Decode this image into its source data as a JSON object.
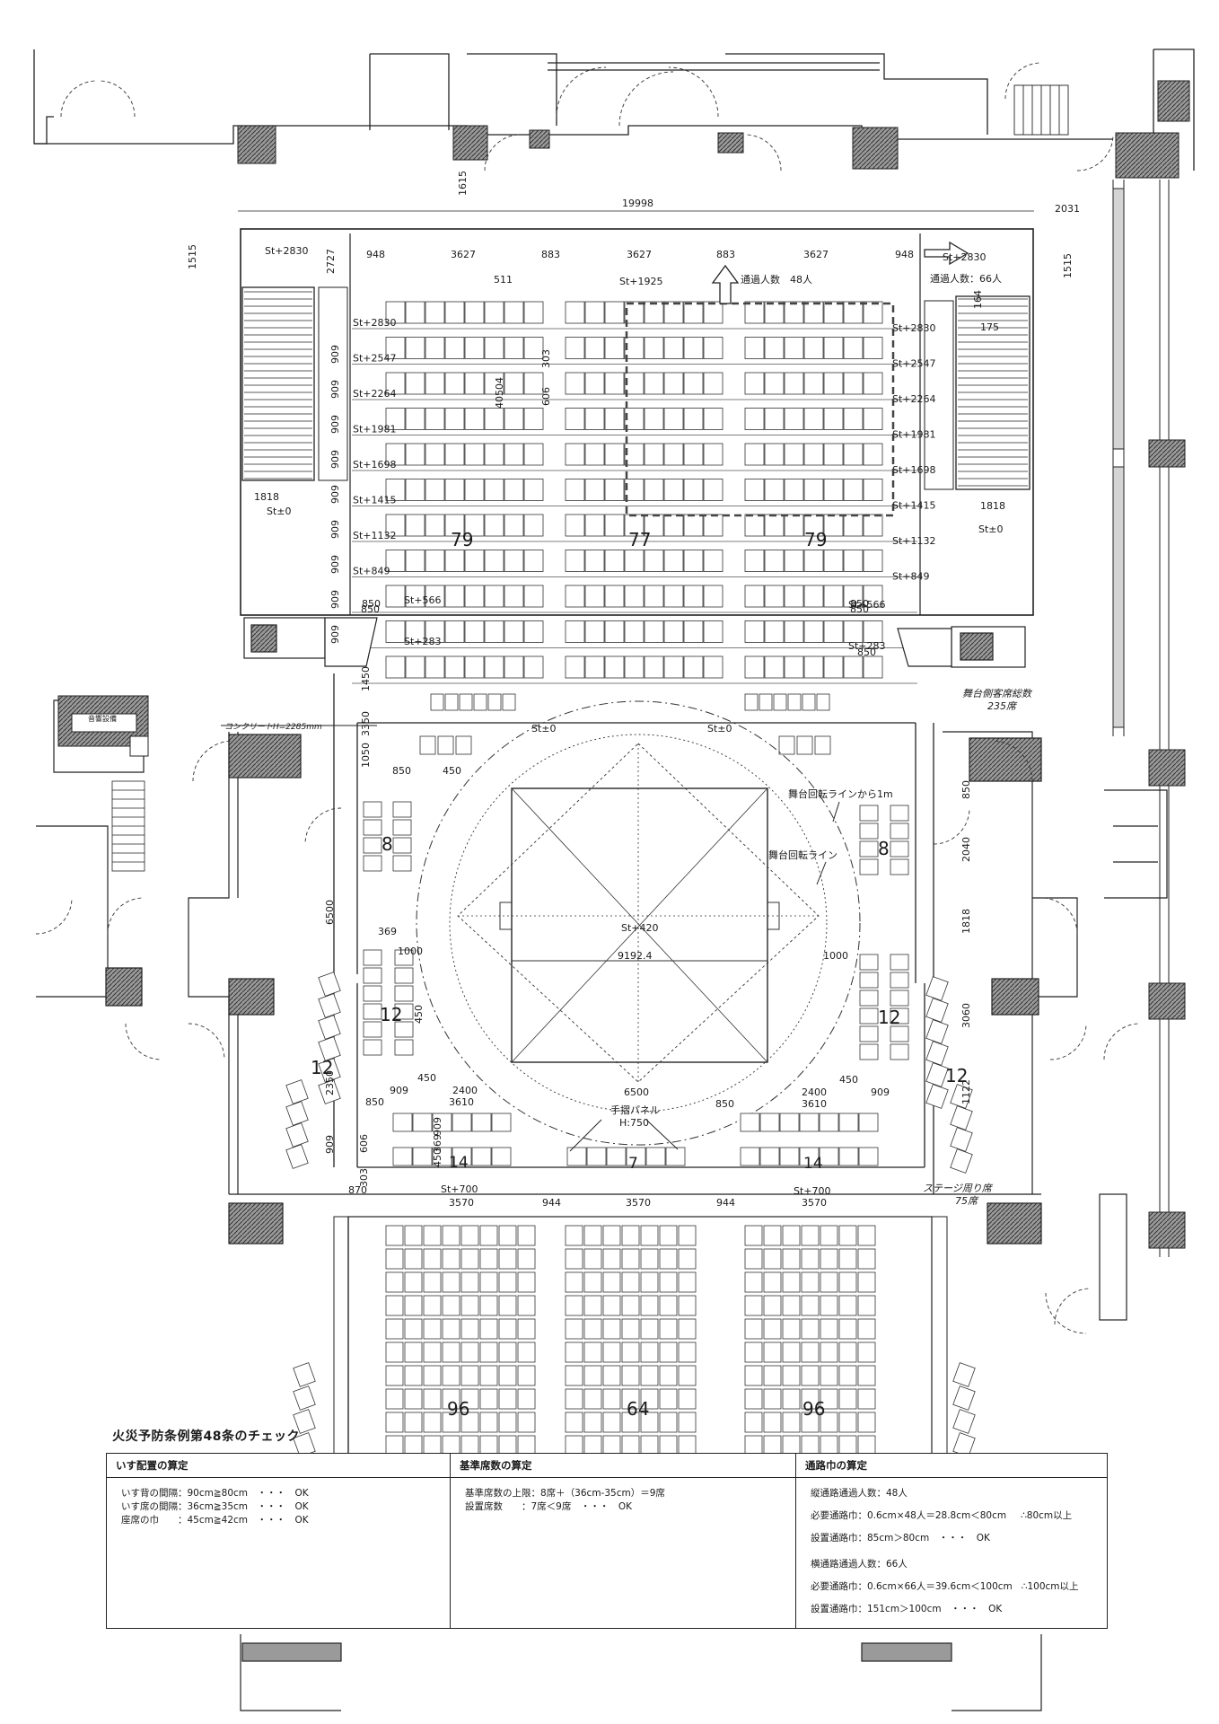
{
  "dimensions": {
    "top_overall_a": "1615",
    "top_overall_b": "19998",
    "top_overall_c": "2031",
    "left_stair_h": "1515",
    "right_stair_h": "1515",
    "left_stair_w": "1818",
    "right_stair_w": "1818",
    "left_2727": "2727",
    "row_909": "909",
    "top_948_l": "948",
    "top_3627_a": "3627",
    "top_883_a": "883",
    "top_3627_b": "3627",
    "top_883_b": "883",
    "top_3627_c": "3627",
    "top_948_r": "948",
    "seat_511": "511",
    "aisle_303": "303",
    "aisle_606": "606",
    "v_40504": "40504",
    "left_1450": "1450",
    "left_3350": "3350",
    "left_1050": "1050",
    "left_6500": "6500",
    "left_2350": "2350",
    "right_2040": "2040",
    "right_1818": "1818",
    "right_3060": "3060",
    "right_1122": "1122",
    "r175": "175",
    "r164": "164",
    "d850": "850",
    "d450": "450",
    "d1000": "1000",
    "d369": "369",
    "d909": "909",
    "d2400": "2400",
    "d6500": "6500",
    "d9192": "9192.4",
    "d3610": "3610",
    "d870": "870",
    "d3570": "3570",
    "d944": "944",
    "d303": "303",
    "d606": "606",
    "d369b": "369"
  },
  "levels": {
    "st2830": "St+2830",
    "st2547": "St+2547",
    "st2264": "St+2264",
    "st1981": "St+1981",
    "st1698": "St+1698",
    "st1415": "St+1415",
    "st1132": "St+1132",
    "st849": "St+849",
    "st566": "St+566",
    "st283": "St+283",
    "st1925": "St+1925",
    "st0": "St±0",
    "st420": "St+420",
    "st700": "St+700"
  },
  "labels": {
    "pass_48": "通過人数　48人",
    "pass_66": "通過人数：66人",
    "stage_side_total": "舞台側客席総数",
    "stage_side_total_count": "235席",
    "stage_around": "ステージ周り席",
    "stage_around_count": "75席",
    "rotate_line_1m": "舞台回転ラインから1m",
    "rotate_line": "舞台回転ライン",
    "handrail": "手摺パネル",
    "handrail_h": "H:750",
    "concrete": "コンクリートH=2285mm",
    "sound_equipment": "音響設備"
  },
  "counts": {
    "c79a": "79",
    "c77": "77",
    "c79b": "79",
    "c8a": "8",
    "c8b": "8",
    "c12a": "12",
    "c12b": "12",
    "c12c": "12",
    "c12d": "12",
    "c14a": "14",
    "c7": "7",
    "c14b": "14",
    "c96a": "96",
    "c64": "64",
    "c96b": "96"
  },
  "check": {
    "title": "火災予防条例第48条のチェック",
    "col1": {
      "title": "いす配置の算定",
      "rows": [
        "いす背の間隔：90cm≧80cm　・・・　OK",
        "いす席の間隔：36cm≧35cm　・・・　OK",
        "座席の巾　　：45cm≧42cm　・・・　OK"
      ]
    },
    "col2": {
      "title": "基準席数の算定",
      "rows": [
        "基準席数の上限：8席＋（36cm-35cm）＝9席",
        "設置席数　　：7席＜9席　・・・　OK"
      ]
    },
    "col3": {
      "title": "通路巾の算定",
      "v_count": "縦通路通過人数：48人",
      "v_required": "必要通路巾：0.6cm×48人＝28.8cm＜80cm",
      "v_required_note": "∴80cm以上",
      "v_installed": "設置通路巾：85cm＞80cm　・・・　OK",
      "h_count": "横通路通過人数：66人",
      "h_required": "必要通路巾：0.6cm×66人＝39.6cm＜100cm",
      "h_required_note": "∴100cm以上",
      "h_installed": "設置通路巾：151cm＞100cm　・・・　OK"
    }
  }
}
